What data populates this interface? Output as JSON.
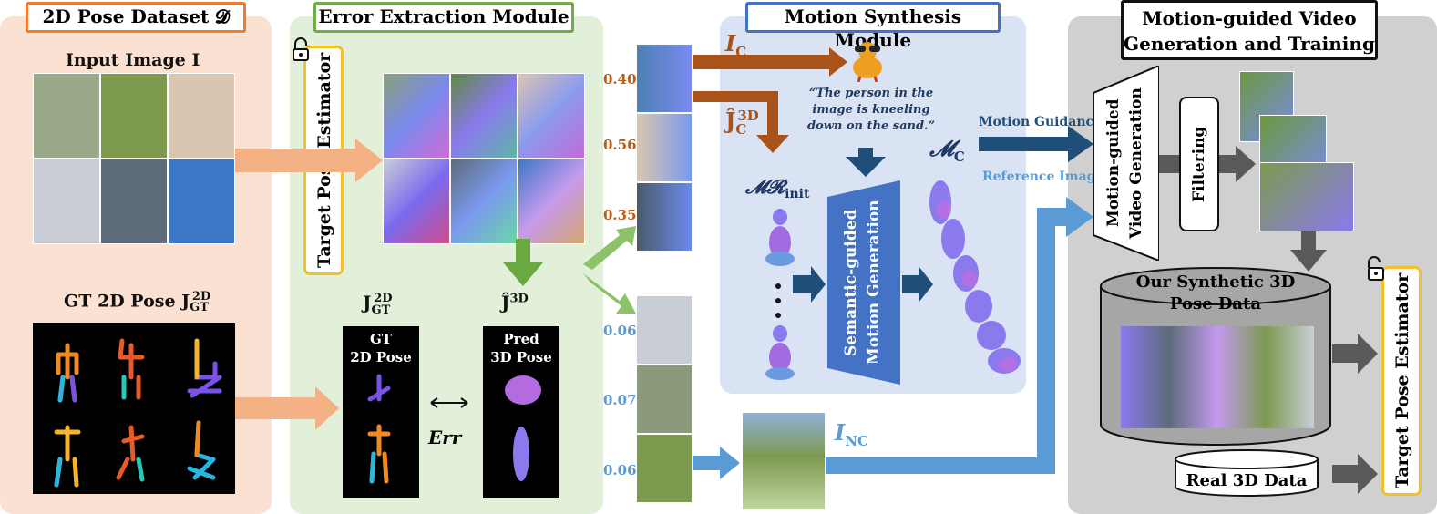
{
  "panels": {
    "dataset": {
      "title": "2D Pose Dataset 𝓓",
      "input_label": "Input Image I",
      "gt_label": "GT 2D Pose J"
    },
    "error": {
      "title": "Error Extraction Module",
      "estimator": "Target Pose Estimator",
      "gt_box_title": "GT\n2D Pose",
      "gt_symbol": "J",
      "pred_box_title": "Pred\n3D Pose",
      "pred_symbol": "Ĵ",
      "err_label": "Err"
    },
    "motion": {
      "title": "Motion Synthesis Module",
      "ic": "I",
      "jc": "Ĵ",
      "mr_init": "𝓜𝓡",
      "caption": "“The person in the image is kneeling down on the sand.”",
      "generator": "Semantic-guided Motion Generation",
      "mc": "𝓜",
      "motion_guidance": "Motion Guidance",
      "reference_image": "Reference Image",
      "inc": "I"
    },
    "video": {
      "title": "Motion-guided Video Generation and Training",
      "generator": "Motion-guided Video Generation",
      "filtering": "Filtering",
      "synthetic": "Our Synthetic 3D Pose Data",
      "real": "Real 3D Data",
      "estimator": "Target Pose Estimator"
    }
  },
  "scores": [
    "0.40",
    "0.56",
    "0.35",
    "0.06",
    "0.07",
    "0.06"
  ],
  "colors": {
    "dataset_bg": "#fbe1d2",
    "dataset_border": "#ed7d31",
    "error_bg": "#e2f0d9",
    "error_border": "#70ad47",
    "motion_bg": "#dae3f3",
    "motion_border": "#4472c4",
    "video_bg": "#d0d0d0",
    "video_border": "#111111",
    "orange_arrow": "#f4b183",
    "brown": "#a9521a",
    "navy": "#1f4e79",
    "light_blue": "#5b9bd5",
    "green_arrow": "#6aa842",
    "yellow": "#f2c12e"
  }
}
